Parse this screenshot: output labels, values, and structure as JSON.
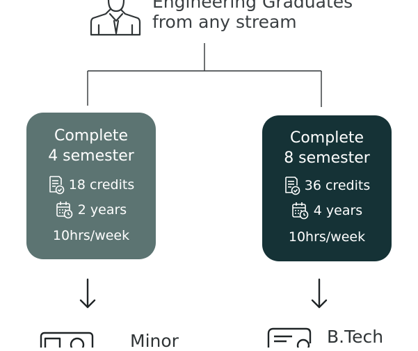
{
  "header": {
    "line1": "Engineering Graduates",
    "line2": "from any stream",
    "icon": "person-icon"
  },
  "left_card": {
    "title_line1": "Complete",
    "title_line2": "4 semester",
    "credits": "18 credits",
    "duration": "2 years",
    "hours": "10hrs/week",
    "color": "#5c7472"
  },
  "right_card": {
    "title_line1": "Complete",
    "title_line2": "8 semester",
    "credits": "36 credits",
    "duration": "4 years",
    "hours": "10hrs/week",
    "color": "#153236"
  },
  "left_outcome": {
    "label": "Minor",
    "icon": "certificate-icon"
  },
  "right_outcome": {
    "label": "B.Tech",
    "icon": "degree-icon"
  }
}
